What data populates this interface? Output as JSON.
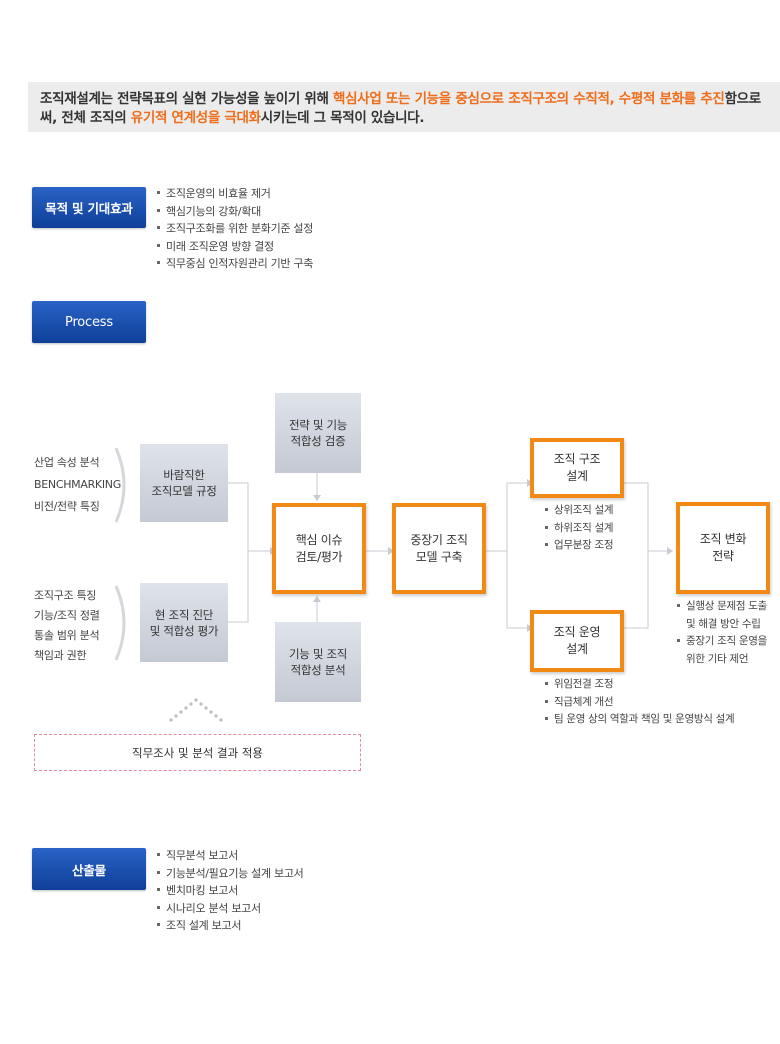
{
  "intro": {
    "p1": "조직재설계는 전략목표의 실현 가능성을 높이기 위해 ",
    "h1": "핵심사업 또는 기능을 중심으로 조직구조의 수직적, 수평적 분화를 추진",
    "p2": "함으로써, 전체 조직의 ",
    "h2": "유기적 연계성을 극대화",
    "p3": "시키는데 그 목적이 있습니다."
  },
  "purpose": {
    "label": "목적 및 기대효과",
    "items": [
      "조직운영의 비효율 제거",
      "핵심기능의 강화/확대",
      "조직구조화를 위한 분화기준 설정",
      "미래 조직운영 방향 결정",
      "직무중심 인적자원관리 기반 구축"
    ]
  },
  "process": {
    "label": "Process",
    "input_top": [
      "산업 속성 분석",
      "BENCHMARKING",
      "비전/전략 특징"
    ],
    "input_bottom": [
      "조직구조 특징",
      "기능/조직 정렬",
      "통솔 범위 분석",
      "책임과 권한"
    ],
    "desirable_model": [
      "바람직한",
      "조직모델 규정"
    ],
    "current_diagnosis": [
      "현 조직 진단",
      "및 적합성 평가"
    ],
    "strategy_fit": [
      "전략 및 기능",
      "적합성 검증"
    ],
    "function_fit": [
      "기능 및 조직",
      "적합성 분석"
    ],
    "core_issue": [
      "핵심 이슈",
      "검토/평가"
    ],
    "midlong_model": [
      "중장기 조직",
      "모델 구축"
    ],
    "structure_design": [
      "조직 구조",
      "설계"
    ],
    "structure_items": [
      "상위조직 설계",
      "하위조직 설계",
      "업무분장 조정"
    ],
    "operation_design": [
      "조직 운영",
      "설계"
    ],
    "operation_items": [
      "위임전결 조정",
      "직급체계 개선",
      "팀 운영 상의 역할과 책임 및 운영방식 설계"
    ],
    "change_strategy": [
      "조직 변화",
      "전략"
    ],
    "change_items": [
      "실행상 문제점 도출 및 해결 방안 수립",
      "중장기 조직 운영을 위한 기타 제언"
    ],
    "job_analysis": "직무조사 및 분석 결과 적용"
  },
  "deliverables": {
    "label": "산출물",
    "items": [
      "직무분석 보고서",
      "기능분석/필요기능 설계 보고서",
      "벤치마킹 보고서",
      "시나리오 분석 보고서",
      "조직 설계 보고서"
    ]
  }
}
